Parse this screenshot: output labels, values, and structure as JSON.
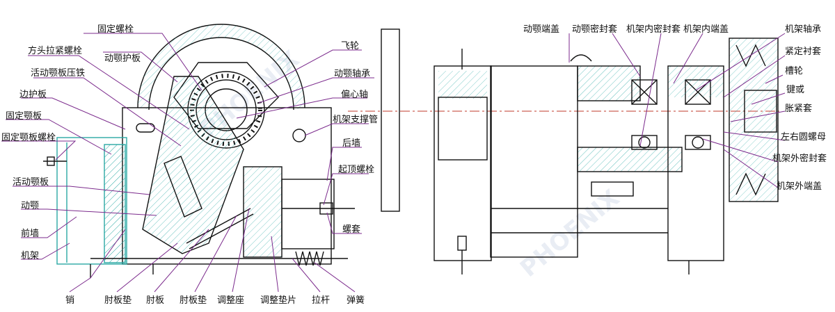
{
  "watermark": "PHOENIX",
  "colors": {
    "outline": "#1e4fd8",
    "hatch": "#2aa9a4",
    "leader": "#7b2a8c",
    "centerline": "#c0392b"
  },
  "left_labels": {
    "fixed_bolt": "固定螺栓",
    "square_tie_bolt": "方头拉紧螺栓",
    "moving_jaw_guard": "动颚护板",
    "moving_jaw_plate_press": "活动颚板压铁",
    "side_guard": "边护板",
    "fixed_jaw_plate": "固定颚板",
    "fixed_jaw_plate_bolt": "固定颚板螺栓",
    "flywheel": "飞轮",
    "moving_jaw_bearing": "动颚轴承",
    "eccentric_shaft": "偏心轴",
    "frame_support": "机架支撑管",
    "rear_wall": "后墙",
    "jack_bolt": "起顶螺栓",
    "moving_jaw_plate": "活动颚板",
    "moving_jaw": "动颚",
    "front_wall": "前墙",
    "frame": "机架",
    "nut_sleeve": "螺套",
    "pin": "销",
    "toggle_pad_1": "肘板垫",
    "toggle_plate": "肘板",
    "toggle_pad_2": "肘板垫",
    "adjust_seat": "调整座",
    "adjust_shim": "调整垫片",
    "tie_rod": "拉杆",
    "spring": "弹簧"
  },
  "right_labels": {
    "moving_jaw_end_cover": "动颚端盖",
    "moving_jaw_seal": "动颚密封套",
    "frame_inner_seal": "机架内密封套",
    "frame_inner_end_cover": "机架内端盖",
    "frame_bearing": "机架轴承",
    "tight_sleeve": "紧定衬套",
    "pulley": "槽轮",
    "key": "键或",
    "expansion_sleeve": "胀紧套",
    "lr_round_nut": "左右圆螺母",
    "frame_outer_seal": "机架外密封套",
    "frame_outer_end_cover": "机架外端盖"
  }
}
